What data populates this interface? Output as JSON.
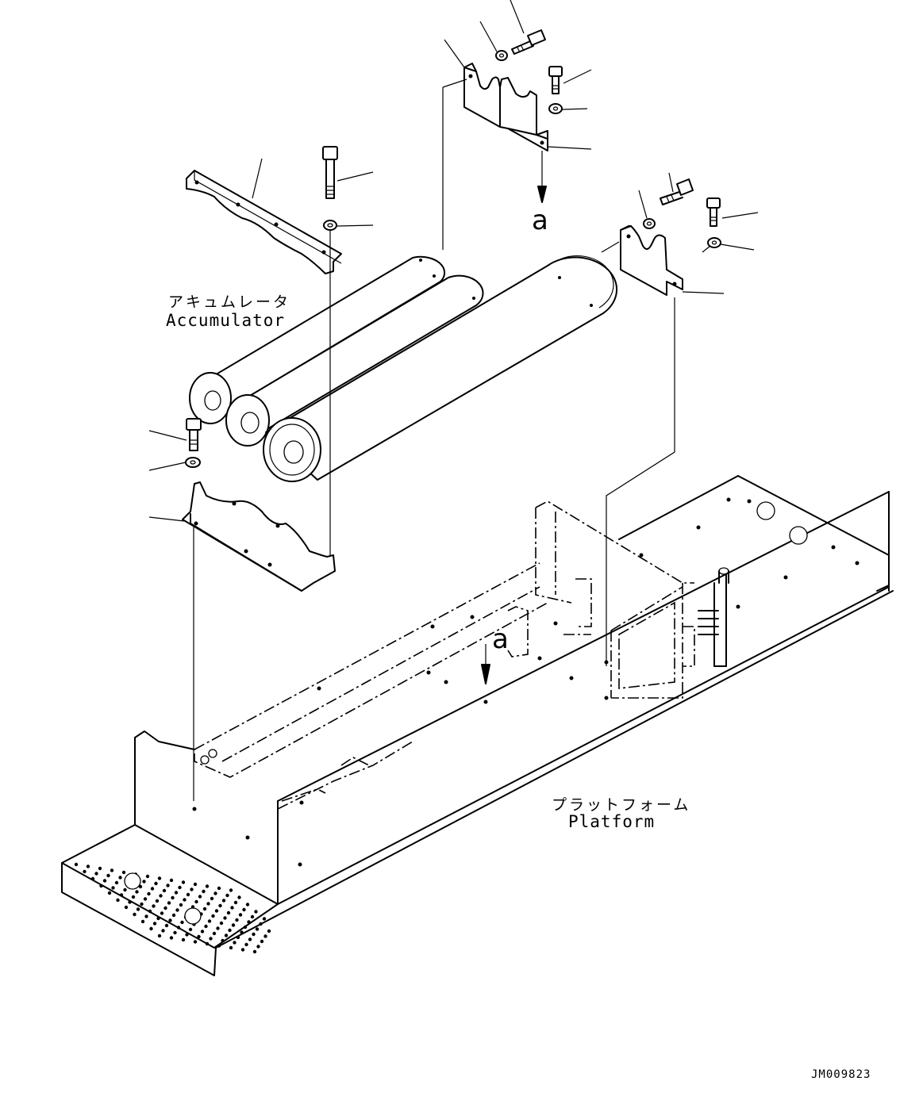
{
  "labels": {
    "accumulator_jp": "アキュムレータ",
    "accumulator_en": "Accumulator",
    "platform_jp": "プラットフォーム",
    "platform_en": "Platform",
    "ref_upper": "a",
    "ref_lower": "a",
    "drawing_code": "JM009823"
  }
}
